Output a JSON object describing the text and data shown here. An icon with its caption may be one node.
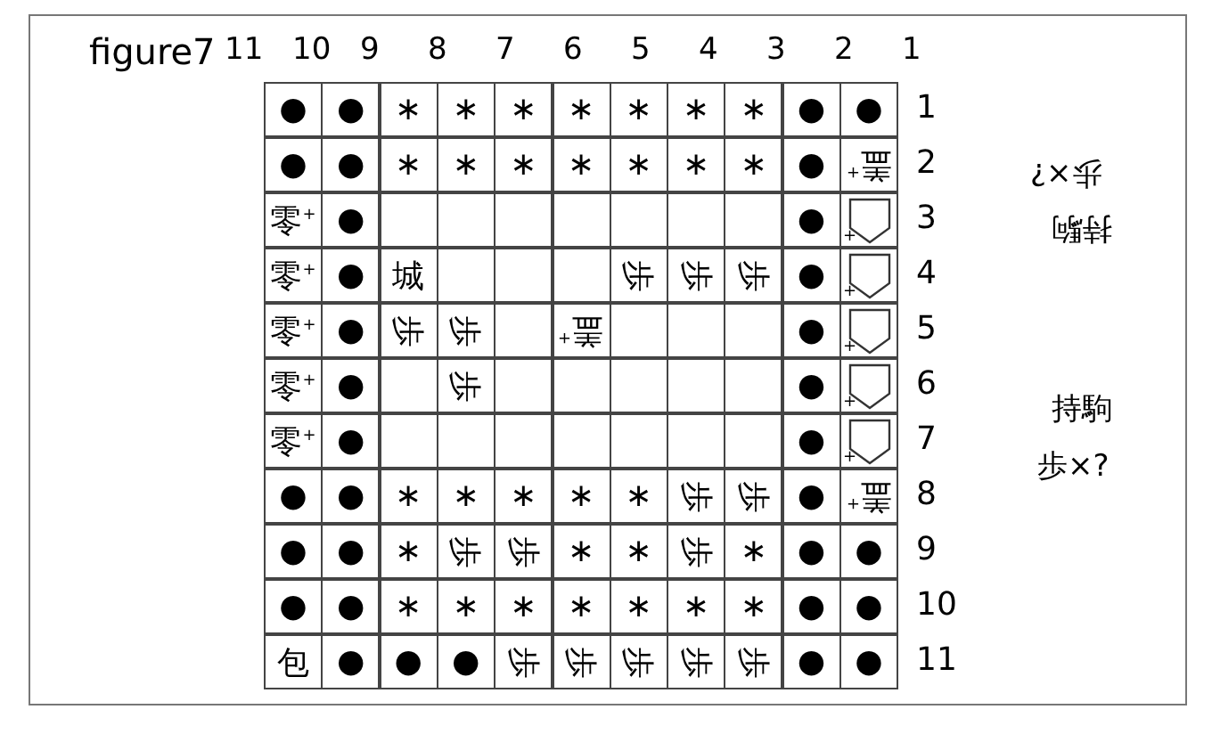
{
  "diagram": {
    "title": "figure7",
    "labels": [
      "11",
      "10",
      "9",
      "8",
      "7",
      "6",
      "5",
      "4",
      "3",
      "2",
      "1",
      "●",
      "●",
      "∗",
      "∗",
      "∗",
      "∗",
      "∗",
      "∗",
      "∗",
      "●",
      "●",
      "1",
      "●",
      "●",
      "∗",
      "∗",
      "∗",
      "∗",
      "∗",
      "∗",
      "∗",
      "●",
      "盖$^{+}$",
      "2",
      "零$^{+}$",
      "●",
      "●",
      "+",
      "3",
      "零$^{+}$",
      "●",
      "城",
      "歩",
      "歩",
      "歩",
      "●",
      "+",
      "4",
      "零$^{+}$",
      "●",
      "歩",
      "歩",
      "盖$^{+}$",
      "●",
      "+",
      "5",
      "零$^{+}$",
      "●",
      "歩",
      "●",
      "+",
      "6",
      "零$^{+}$",
      "●",
      "●",
      "+",
      "7",
      "●",
      "●",
      "∗",
      "∗",
      "∗",
      "∗",
      "∗",
      "歩",
      "歩",
      "●",
      "盖$^{+}$",
      "8",
      "●",
      "●",
      "∗",
      "歩",
      "歩",
      "∗",
      "∗",
      "歩",
      "∗",
      "●",
      "●",
      "9",
      "●",
      "●",
      "∗",
      "∗",
      "∗",
      "∗",
      "∗",
      "∗",
      "∗",
      "●",
      "●",
      "10",
      "包",
      "●",
      "●",
      "●",
      "歩",
      "歩",
      "歩",
      "歩",
      "歩",
      "●",
      "●",
      "11",
      "歩×?",
      "持駒",
      "持駒",
      "歩×?"
    ]
  }
}
